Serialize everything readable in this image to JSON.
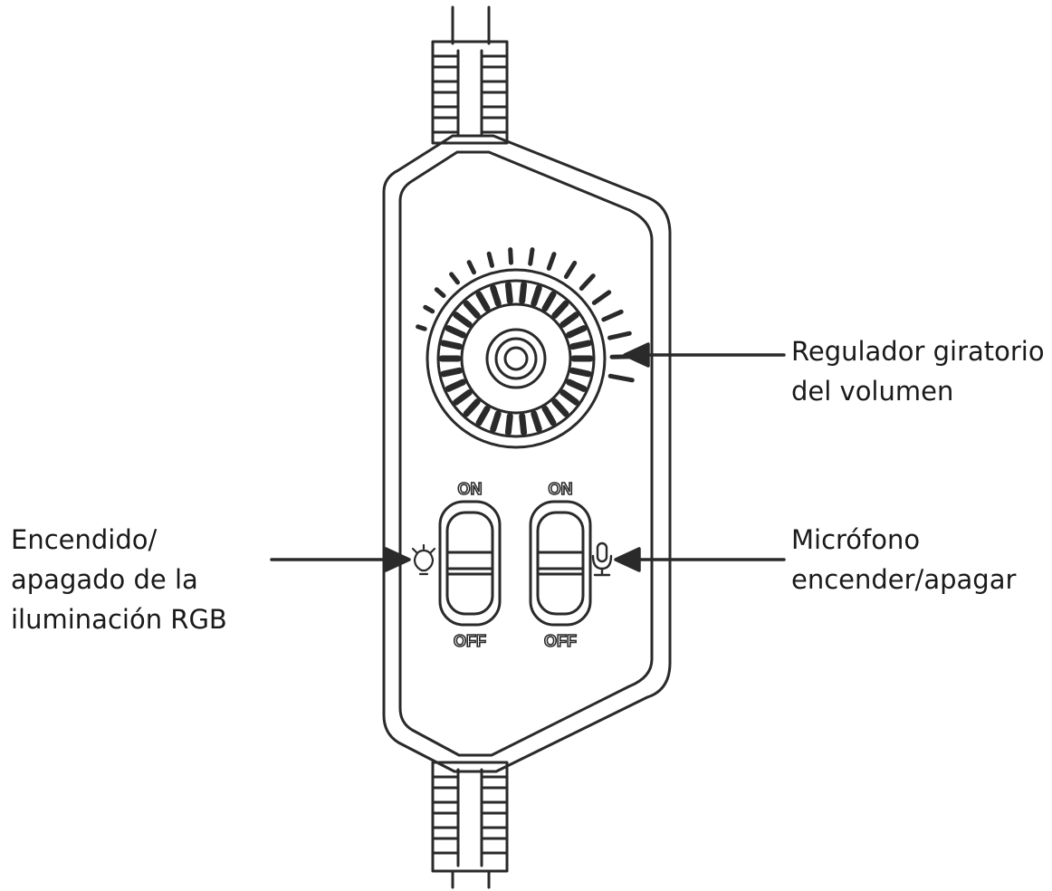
{
  "colors": {
    "line": "#2a2a2a",
    "background": "#ffffff"
  },
  "labels": {
    "volume": {
      "line1": "Regulador giratorio",
      "line2": "del volumen"
    },
    "rgb": {
      "line1": "Encendido/",
      "line2": "apagado de la",
      "line3": "iluminación RGB"
    },
    "mic": {
      "line1": "Micrófono",
      "line2": "encender/apagar"
    }
  },
  "switches": {
    "rgb": {
      "on_label": "ON",
      "off_label": "OFF",
      "icon": "light-bulb-icon"
    },
    "mic": {
      "on_label": "ON",
      "off_label": "OFF",
      "icon": "microphone-icon"
    }
  }
}
